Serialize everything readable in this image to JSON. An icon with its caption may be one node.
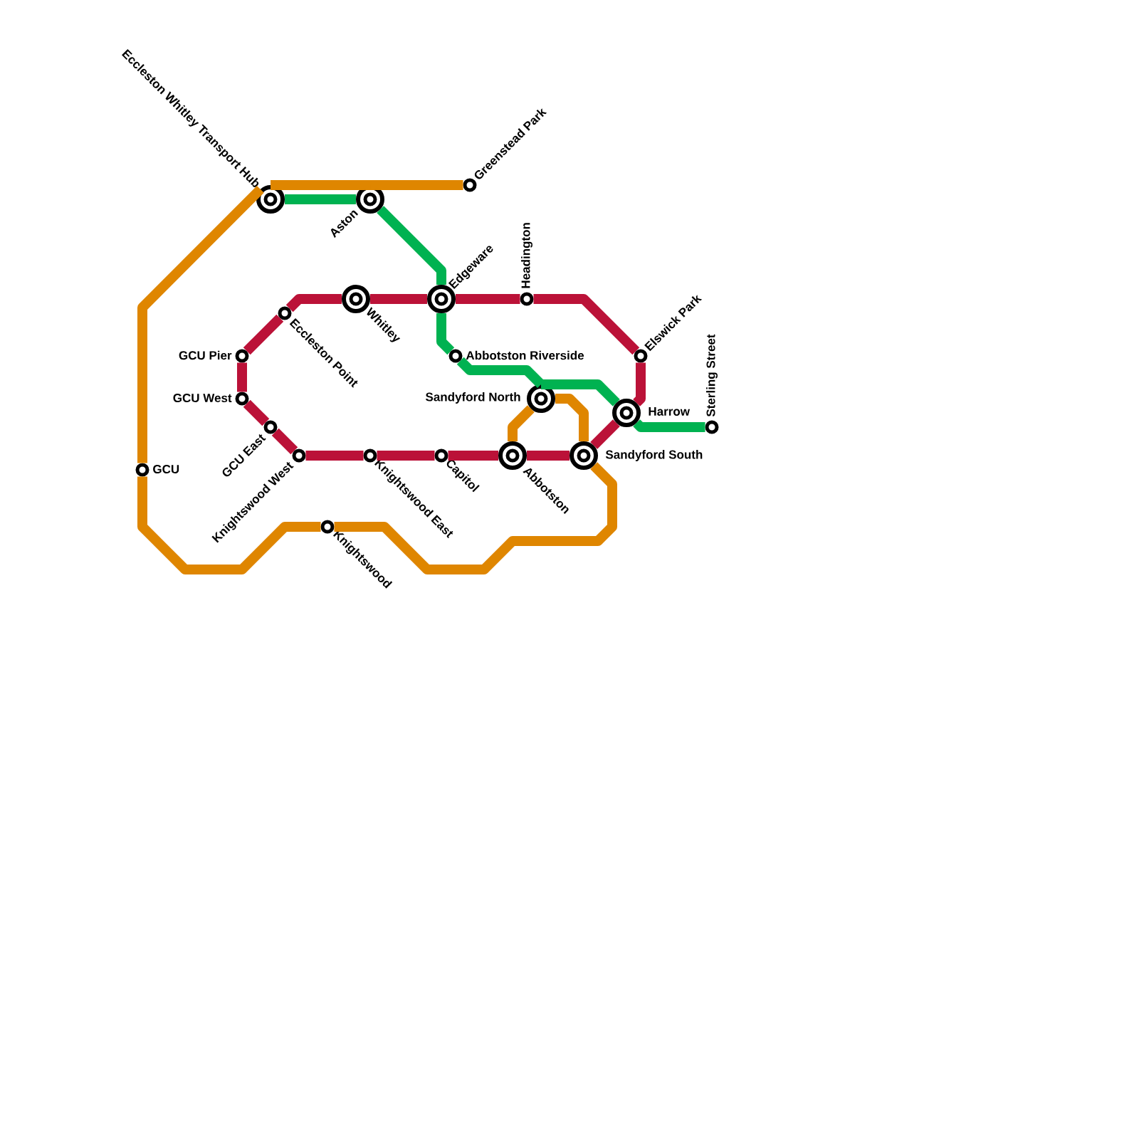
{
  "diagram": {
    "nodes": [
      {
        "text": [
          "Eccleston Whitley Transport Hub"
        ]
      },
      {
        "text": [
          "Aston"
        ]
      },
      {
        "text": [
          "Greenstead Park"
        ]
      },
      {
        "text": [
          "Edgeware"
        ]
      },
      {
        "text": [
          "Headington"
        ]
      },
      {
        "text": [
          "Whitley"
        ]
      },
      {
        "text": [
          "Eccleston Point"
        ]
      },
      {
        "text": [
          "GCU Pier"
        ]
      },
      {
        "text": [
          "Abbotston Riverside"
        ]
      },
      {
        "text": [
          "Elswick Park"
        ]
      },
      {
        "text": [
          "GCU West"
        ]
      },
      {
        "text": [
          "Sandyford North"
        ]
      },
      {
        "text": [
          "Harrow"
        ]
      },
      {
        "text": [
          "GCU East"
        ]
      },
      {
        "text": [
          "Sterling Street"
        ]
      },
      {
        "text": [
          "Knightswood West"
        ]
      },
      {
        "text": [
          "Knightswood East"
        ]
      },
      {
        "text": [
          "Capitol"
        ]
      },
      {
        "text": [
          "Abbotston"
        ]
      },
      {
        "text": [
          "Sandyford South"
        ]
      },
      {
        "text": [
          "GCU"
        ]
      },
      {
        "text": [
          "Knightswood"
        ]
      }
    ],
    "edges": [
      {
        "from": 2,
        "to": 1,
        "arrow": "none",
        "color": "#df8600"
      },
      {
        "from": 1,
        "to": 0,
        "arrow": "none",
        "color": "#df8600"
      },
      {
        "from": 0,
        "to": 20,
        "arrow": "none",
        "color": "#df8600"
      },
      {
        "from": 20,
        "to": 21,
        "arrow": "none",
        "color": "#df8600"
      },
      {
        "from": 21,
        "to": 19,
        "arrow": "none",
        "color": "#df8600"
      },
      {
        "from": 19,
        "to": 11,
        "arrow": "none",
        "color": "#df8600"
      },
      {
        "from": 11,
        "to": 18,
        "arrow": "none",
        "color": "#df8600"
      },
      {
        "from": 0,
        "to": 1,
        "arrow": "none",
        "color": "#00b251"
      },
      {
        "from": 1,
        "to": 3,
        "arrow": "none",
        "color": "#00b251"
      },
      {
        "from": 3,
        "to": 8,
        "arrow": "none",
        "color": "#00b251"
      },
      {
        "from": 8,
        "to": 11,
        "arrow": "none",
        "color": "#00b251"
      },
      {
        "from": 11,
        "to": 12,
        "arrow": "none",
        "color": "#00b251"
      },
      {
        "from": 12,
        "to": 14,
        "arrow": "none",
        "color": "#00b251"
      },
      {
        "from": 19,
        "to": 18,
        "arrow": "none"
      },
      {
        "from": 18,
        "to": 17,
        "arrow": "none"
      },
      {
        "from": 17,
        "to": 16,
        "arrow": "none"
      },
      {
        "from": 16,
        "to": 15,
        "arrow": "none"
      },
      {
        "from": 15,
        "to": 13,
        "arrow": "none"
      },
      {
        "from": 13,
        "to": 10,
        "arrow": "none"
      },
      {
        "from": 10,
        "to": 7,
        "arrow": "none"
      },
      {
        "from": 7,
        "to": 6,
        "arrow": "none"
      },
      {
        "from": 6,
        "to": 5,
        "arrow": "none"
      },
      {
        "from": 5,
        "to": 3,
        "arrow": "none"
      },
      {
        "from": 3,
        "to": 4,
        "arrow": "none"
      },
      {
        "from": 4,
        "to": 9,
        "arrow": "none"
      },
      {
        "from": 9,
        "to": 12,
        "arrow": "none"
      },
      {
        "from": 12,
        "to": 19,
        "arrow": "none"
      }
    ]
  }
}
